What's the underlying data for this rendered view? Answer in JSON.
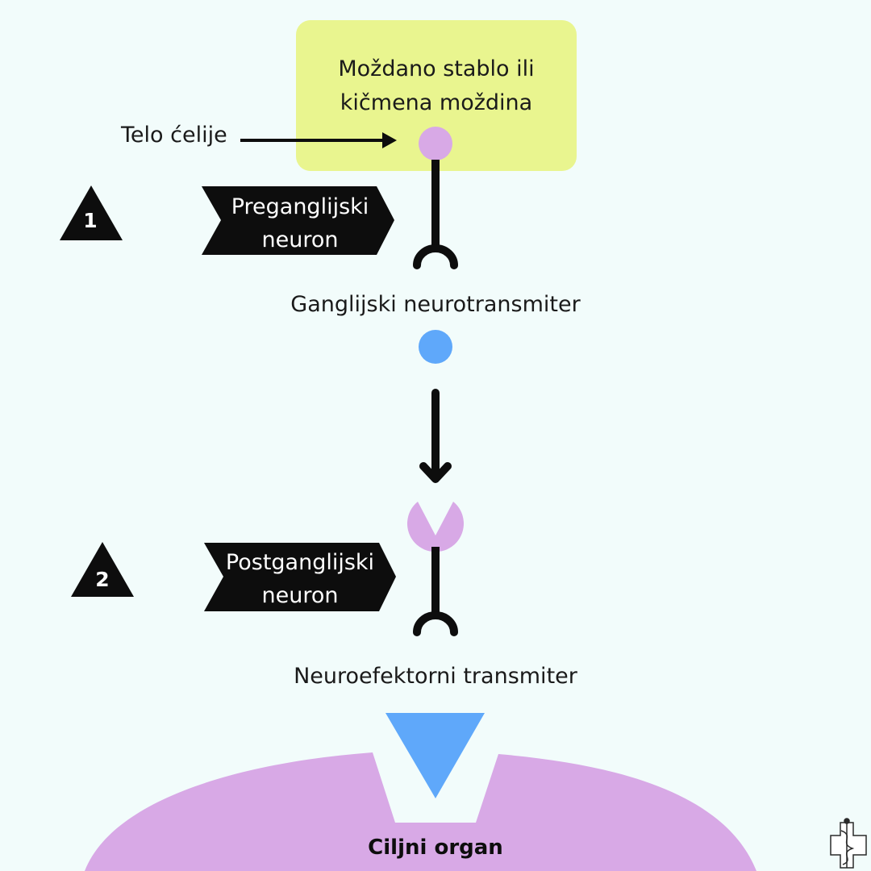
{
  "cns_box": {
    "line1": "Moždano stablo ili",
    "line2": "kičmena moždina"
  },
  "cell_body_label": "Telo ćelije",
  "step1": {
    "number": "1",
    "label_line1": "Preganglijski",
    "label_line2": "neuron"
  },
  "ganglionic_transmitter_label": "Ganglijski neurotransmiter",
  "step2": {
    "number": "2",
    "label_line1": "Postganglijski",
    "label_line2": "neuron"
  },
  "neuroeffector_transmitter_label": "Neuroefektorni transmiter",
  "target_organ_label": "Ciljni organ",
  "colors": {
    "background": "#f2fcfb",
    "cns_box": "#e9f58f",
    "cell_body": "#d8a9e6",
    "transmitter": "#5fa8fa",
    "target_organ": "#d8a9e6",
    "dark": "#0d0d0d"
  },
  "logo": {
    "icon": "caduceus-cross-logo-icon"
  }
}
